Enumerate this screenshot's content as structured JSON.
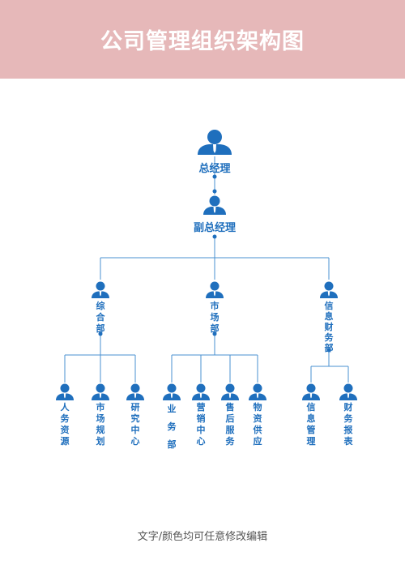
{
  "header": {
    "title": "公司管理组织架构图"
  },
  "org": {
    "ceo": "总经理",
    "deputy": "副总经理",
    "departments": [
      {
        "name": "综合部",
        "children": [
          "人务资源",
          "市场规划",
          "研究中心"
        ]
      },
      {
        "name": "市场部",
        "children": [
          "业务部",
          "营销中心",
          "售后服务",
          "物资供应"
        ]
      },
      {
        "name": "信息财务部",
        "children": [
          "信息管理",
          "财务报表"
        ]
      }
    ]
  },
  "colors": {
    "header_bg": "#e6b8b9",
    "node": "#1f6fbd",
    "line": "#4a90d0"
  },
  "footer": {
    "note": "文字/颜色均可任意修改编辑"
  }
}
